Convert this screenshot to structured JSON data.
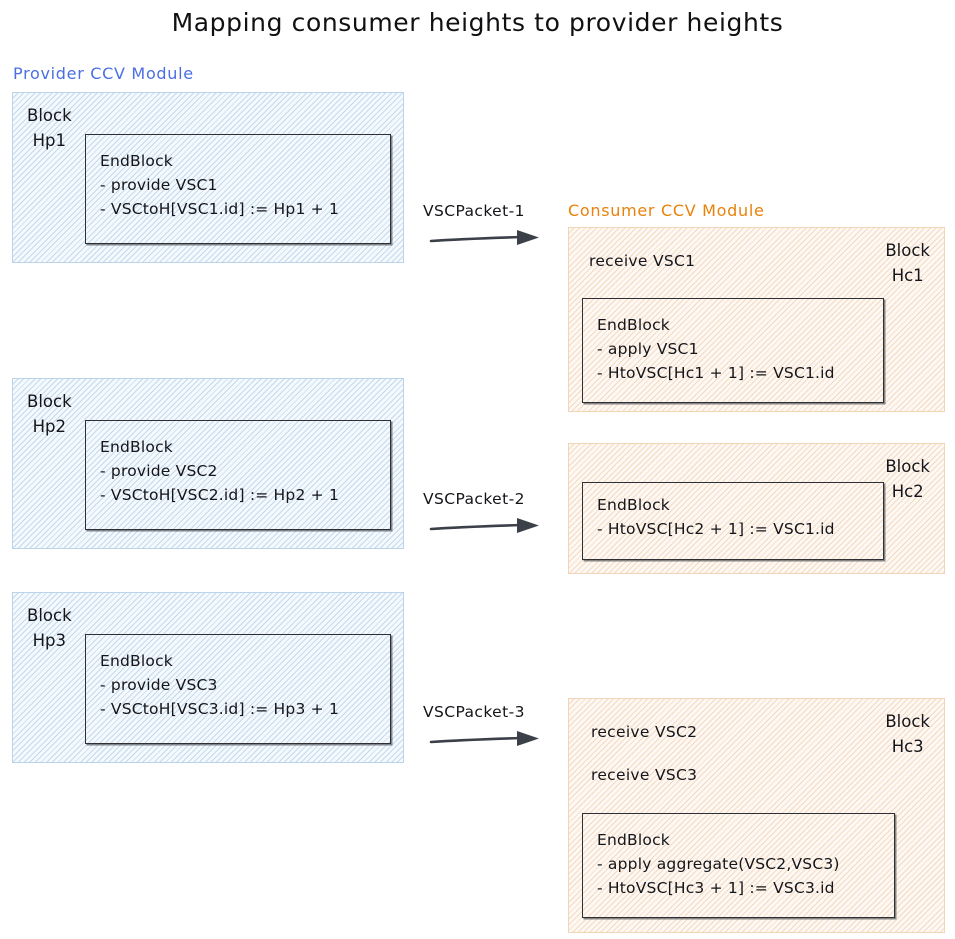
{
  "title": "Mapping consumer heights to provider heights",
  "colors": {
    "provider_accent": "#4a6fe3",
    "consumer_accent": "#e8820c",
    "provider_fill": "#f4f9fd",
    "consumer_fill": "#fdf8f3",
    "ink": "#15151a",
    "arrow": "#3c4149"
  },
  "provider_module": {
    "label": "Provider CCV Module",
    "blocks": [
      {
        "caption_name": "Block",
        "caption_height": "Hp1",
        "endblock": {
          "title": "EndBlock",
          "items": [
            "- provide VSC1",
            "- VSCtoH[VSC1.id] := Hp1 + 1"
          ]
        }
      },
      {
        "caption_name": "Block",
        "caption_height": "Hp2",
        "endblock": {
          "title": "EndBlock",
          "items": [
            "- provide VSC2",
            "- VSCtoH[VSC2.id] := Hp2 + 1"
          ]
        }
      },
      {
        "caption_name": "Block",
        "caption_height": "Hp3",
        "endblock": {
          "title": "EndBlock",
          "items": [
            "- provide VSC3",
            "- VSCtoH[VSC3.id] := Hp3 + 1"
          ]
        }
      }
    ]
  },
  "consumer_module": {
    "label": "Consumer CCV Module",
    "blocks": [
      {
        "caption_name": "Block",
        "caption_height": "Hc1",
        "receives": [
          "receive VSC1"
        ],
        "endblock": {
          "title": "EndBlock",
          "items": [
            "- apply VSC1",
            "- HtoVSC[Hc1 + 1] := VSC1.id"
          ]
        }
      },
      {
        "caption_name": "Block",
        "caption_height": "Hc2",
        "receives": [],
        "endblock": {
          "title": "EndBlock",
          "items": [
            "- HtoVSC[Hc2 + 1] := VSC1.id"
          ]
        }
      },
      {
        "caption_name": "Block",
        "caption_height": "Hc3",
        "receives": [
          "receive VSC2",
          "receive VSC3"
        ],
        "endblock": {
          "title": "EndBlock",
          "items": [
            "- apply aggregate(VSC2,VSC3)",
            "- HtoVSC[Hc3 + 1] := VSC3.id"
          ]
        }
      }
    ]
  },
  "packets": [
    {
      "label": "VSCPacket-1",
      "icon": "right-arrow-icon"
    },
    {
      "label": "VSCPacket-2",
      "icon": "right-arrow-icon"
    },
    {
      "label": "VSCPacket-3",
      "icon": "right-arrow-icon"
    }
  ]
}
